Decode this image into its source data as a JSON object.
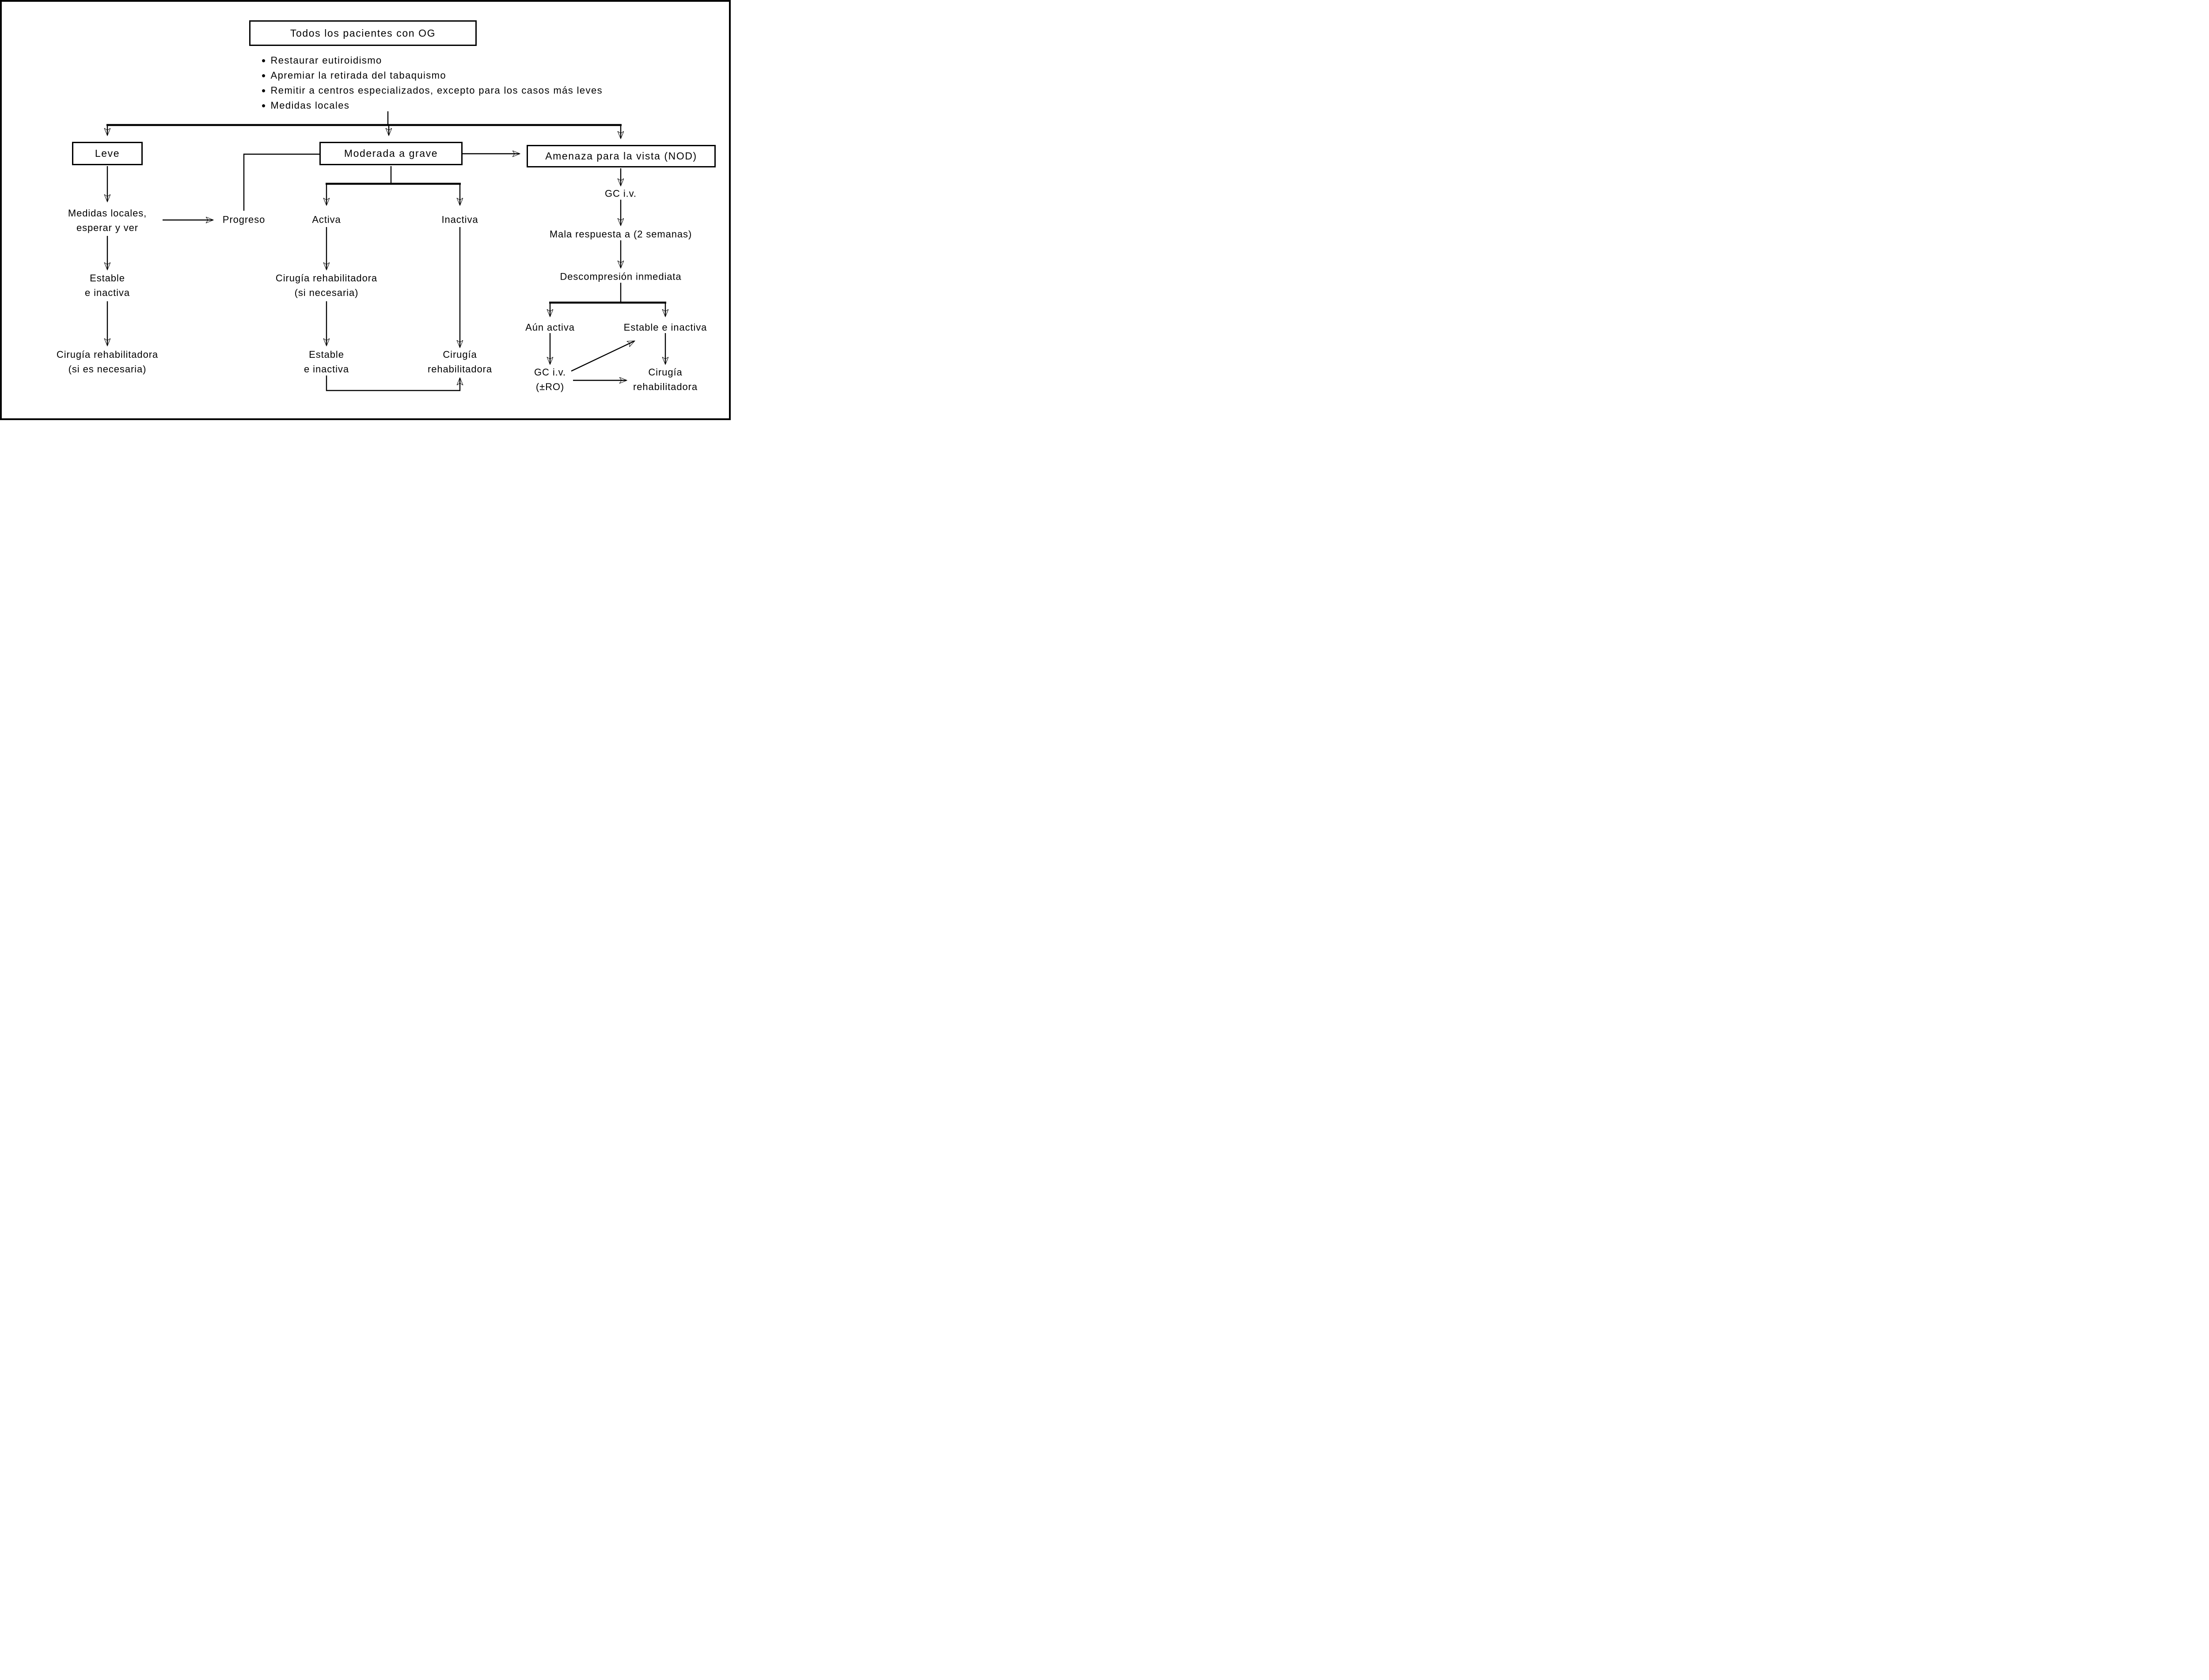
{
  "title_box": "Todos los pacientes con OG",
  "bullet_char": "•",
  "bullets": [
    "Restaurar eutiroidismo",
    "Apremiar la retirada del tabaquismo",
    "Remitir a centros especializados, excepto para los casos más leves",
    "Medidas locales"
  ],
  "severity_boxes": {
    "leve": "Leve",
    "moderada": "Moderada a grave",
    "amenaza": "Amenaza para la vista (NOD)"
  },
  "leve_branch": {
    "medidas_line1": "Medidas locales,",
    "medidas_line2": "esperar y ver",
    "progreso": "Progreso",
    "estable_line1": "Estable",
    "estable_line2": "e inactiva",
    "cirugia_line1": "Cirugía rehabilitadora",
    "cirugia_line2": "(si es necesaria)"
  },
  "moderada_branch": {
    "activa": "Activa",
    "inactiva": "Inactiva",
    "cirugia_line1": "Cirugía rehabilitadora",
    "cirugia_line2": "(si necesaria)",
    "estable_line1": "Estable",
    "estable_line2": "e inactiva",
    "cirugia_inactiva_line1": "Cirugía",
    "cirugia_inactiva_line2": "rehabilitadora"
  },
  "amenaza_branch": {
    "gc_iv": "GC i.v.",
    "mala_respuesta": "Mala respuesta a (2 semanas)",
    "descompresion": "Descompresión inmediata",
    "aun_activa": "Aún activa",
    "estable": "Estable e inactiva",
    "gc_iv_ro_line1": "GC i.v.",
    "gc_iv_ro_line2": "(±RO)",
    "cirugia_line1": "Cirugía",
    "cirugia_line2": "rehabilitadora"
  }
}
